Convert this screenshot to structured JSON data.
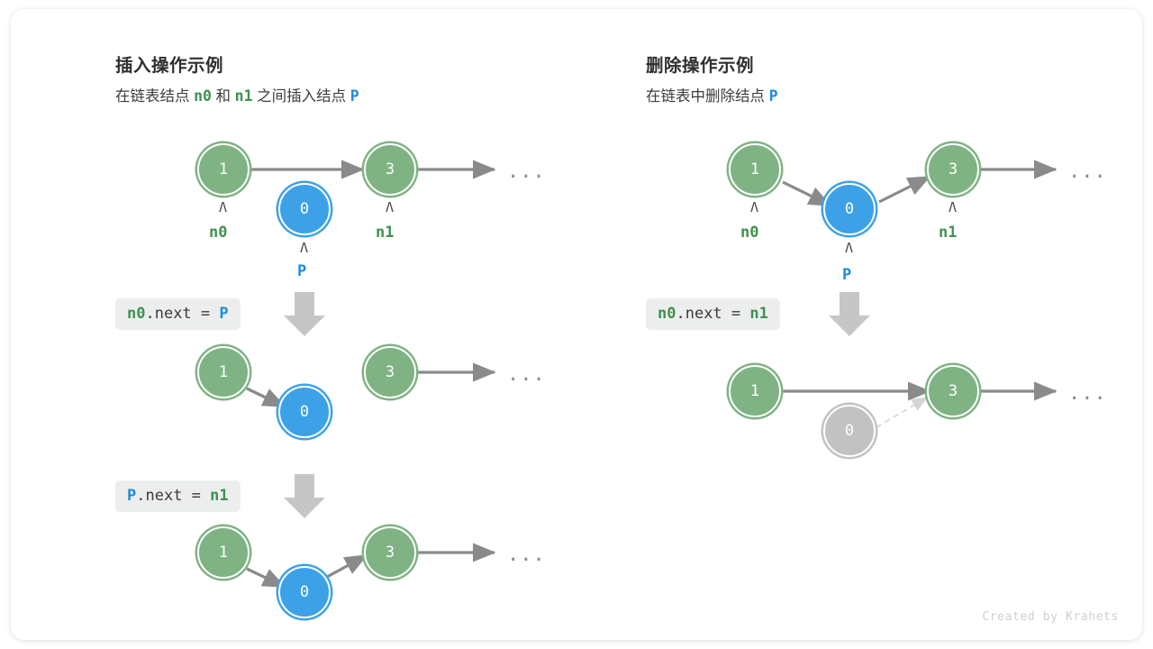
{
  "credit": "Created by Krahets",
  "colors": {
    "green": "#7fb383",
    "green_text": "#3f9152",
    "blue": "#3da1e8",
    "blue_text": "#1b8ce0",
    "gray_node": "#c2c2c2",
    "arrow": "#8a8a8a",
    "chip_bg": "#eceeed",
    "card_bg": "#ffffff"
  },
  "insert": {
    "title": "插入操作示例",
    "subtitle_parts": [
      "在链表结点 ",
      "n0",
      " 和 ",
      "n1",
      " 之间插入结点 ",
      "P"
    ],
    "step1": {
      "nodes": [
        {
          "value": "1",
          "color": "green",
          "pointer": "n0",
          "pointer_color": "green"
        },
        {
          "value": "0",
          "color": "blue",
          "pointer": "P",
          "pointer_color": "blue"
        },
        {
          "value": "3",
          "color": "green",
          "pointer": "n1",
          "pointer_color": "green"
        }
      ],
      "tail": "..."
    },
    "code1": {
      "target": "n0",
      "target_color": "green",
      "middle": ".next = ",
      "value": "P",
      "value_color": "blue"
    },
    "step2": {
      "nodes": [
        {
          "value": "1",
          "color": "green"
        },
        {
          "value": "0",
          "color": "blue"
        },
        {
          "value": "3",
          "color": "green"
        }
      ],
      "tail": "..."
    },
    "code2": {
      "target": "P",
      "target_color": "blue",
      "middle": ".next = ",
      "value": "n1",
      "value_color": "green"
    },
    "step3": {
      "nodes": [
        {
          "value": "1",
          "color": "green"
        },
        {
          "value": "0",
          "color": "blue"
        },
        {
          "value": "3",
          "color": "green"
        }
      ],
      "tail": "..."
    }
  },
  "delete": {
    "title": "删除操作示例",
    "subtitle_parts": [
      "在链表中删除结点 ",
      "P"
    ],
    "step1": {
      "nodes": [
        {
          "value": "1",
          "color": "green",
          "pointer": "n0",
          "pointer_color": "green"
        },
        {
          "value": "0",
          "color": "blue",
          "pointer": "P",
          "pointer_color": "blue"
        },
        {
          "value": "3",
          "color": "green",
          "pointer": "n1",
          "pointer_color": "green"
        }
      ],
      "tail": "..."
    },
    "code1": {
      "target": "n0",
      "target_color": "green",
      "middle": ".next = ",
      "value": "n1",
      "value_color": "green"
    },
    "step2": {
      "nodes": [
        {
          "value": "1",
          "color": "green"
        },
        {
          "value": "0",
          "color": "gray"
        },
        {
          "value": "3",
          "color": "green"
        }
      ],
      "tail": "..."
    }
  }
}
